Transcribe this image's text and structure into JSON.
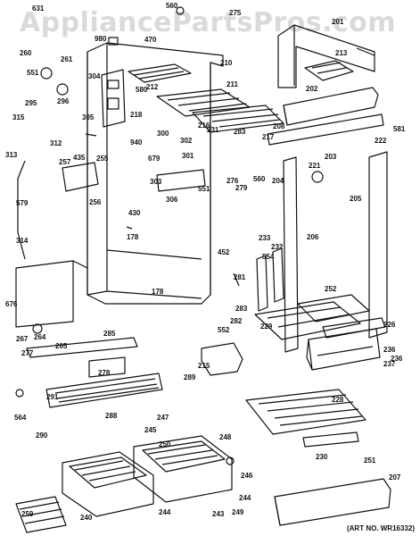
{
  "watermark": "AppliancePartsPros.com",
  "art_number": "(ART NO. WR16332)",
  "colors": {
    "line": "#111111",
    "paper": "#ffffff",
    "watermark": "#969696"
  },
  "part_labels": [
    "631",
    "560",
    "275",
    "201",
    "980",
    "470",
    "213",
    "260",
    "261",
    "210",
    "551",
    "304",
    "212",
    "202",
    "211",
    "295",
    "296",
    "580",
    "218",
    "305",
    "581",
    "315",
    "216",
    "231",
    "283",
    "217",
    "208",
    "222",
    "312",
    "300",
    "302",
    "221",
    "203",
    "940",
    "301",
    "679",
    "276",
    "279",
    "560",
    "204",
    "313",
    "435",
    "255",
    "257",
    "303",
    "306",
    "551",
    "205",
    "256",
    "579",
    "430",
    "178",
    "206",
    "314",
    "233",
    "232",
    "554",
    "178",
    "452",
    "281",
    "252",
    "676",
    "229",
    "226",
    "282",
    "552",
    "283",
    "267",
    "264",
    "265",
    "285",
    "236",
    "237",
    "277",
    "236",
    "278",
    "289",
    "215",
    "291",
    "564",
    "288",
    "290",
    "228",
    "245",
    "247",
    "250",
    "248",
    "230",
    "251",
    "246",
    "207",
    "259",
    "240",
    "244",
    "249",
    "243",
    "244"
  ]
}
